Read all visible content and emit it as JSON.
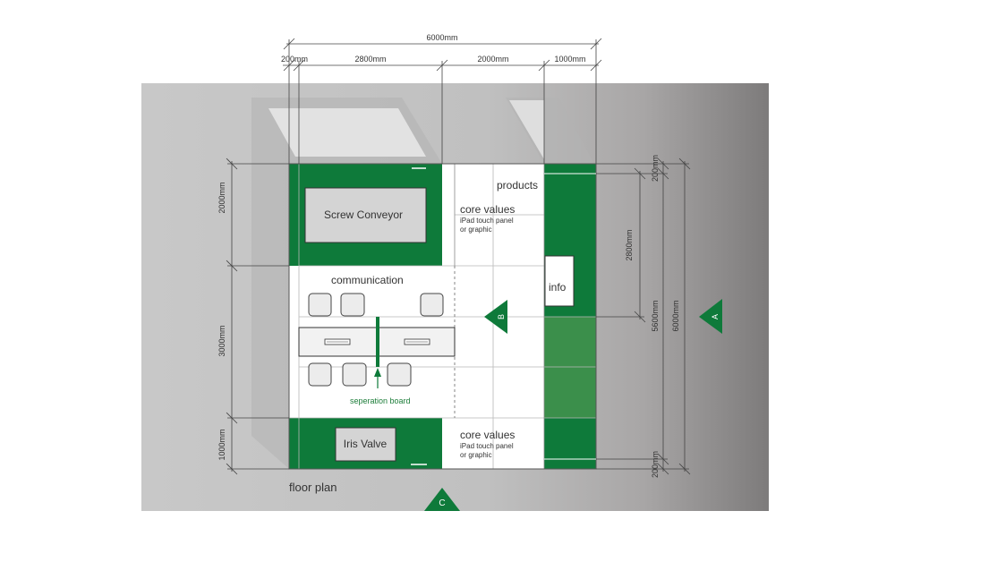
{
  "drawing": {
    "top_dims": {
      "total": "6000mm",
      "d1": "200mm",
      "d2": "2800mm",
      "d3": "2000mm",
      "d4": "1000mm"
    },
    "left_dims": {
      "d1": "2000mm",
      "d2": "3000mm",
      "d3": "1000mm"
    },
    "right_dims": {
      "d1": "200mm",
      "d2": "2800mm",
      "d3": "5600mm",
      "d4": "6000mm",
      "d5": "200mm"
    },
    "labels": {
      "screw_conveyor": "Screw Conveyor",
      "products": "products",
      "core_values_top": "core values",
      "ipad_top_line1": "iPad touch panel",
      "ipad_top_line2": "or graphic",
      "communication": "communication",
      "info": "info",
      "separation_board": "seperation board",
      "iris_valve": "Iris Valve",
      "core_values_bottom": "core values",
      "ipad_bottom_line1": "iPad touch panel",
      "ipad_bottom_line2": "or graphic",
      "floor_plan": "floor plan"
    },
    "markers": {
      "a": "A",
      "b": "B",
      "c": "C"
    },
    "colors": {
      "booth_green": "#0e7a3a",
      "light_green": "#3b8f4b",
      "background_gray": "#c4c4c4",
      "panel_gray": "#d4d4d4"
    }
  }
}
